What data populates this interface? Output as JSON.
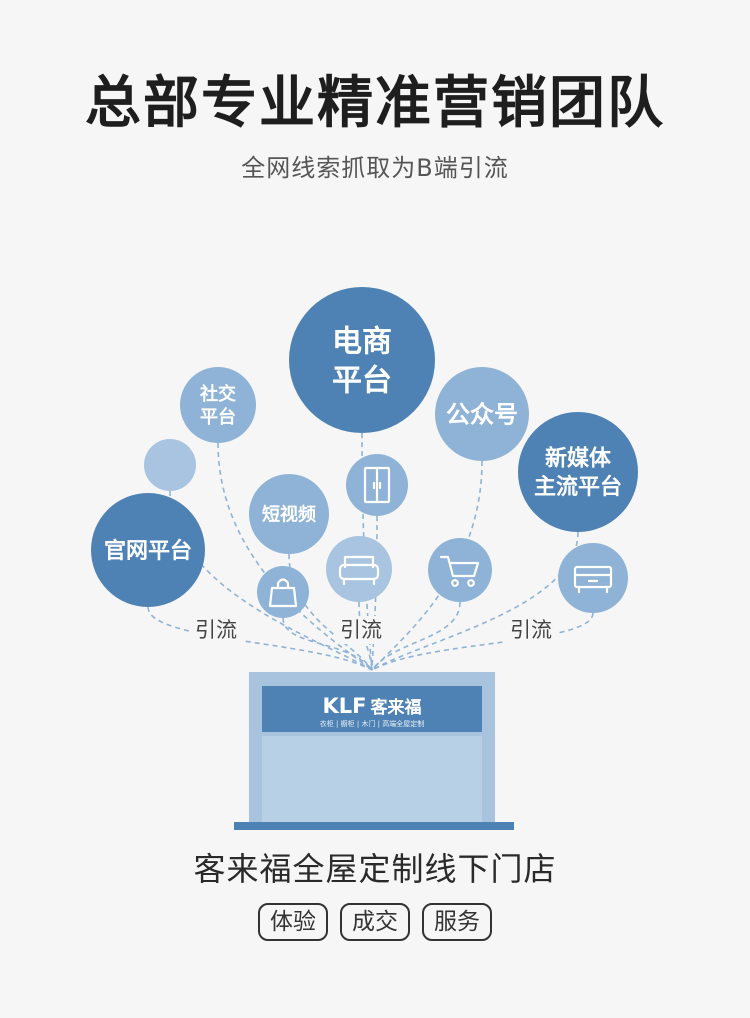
{
  "title": "总部专业精准营销团队",
  "subtitle": "全网线索抓取为B端引流",
  "bubbles": [
    {
      "id": "ecommerce",
      "lines": [
        "电商",
        "平台"
      ],
      "color": "#4f82b4"
    },
    {
      "id": "social",
      "lines": [
        "社交",
        "平台"
      ],
      "color": "#8fb3d6"
    },
    {
      "id": "official-account",
      "lines": [
        "公众号"
      ],
      "color": "#8fb3d6"
    },
    {
      "id": "new-media",
      "lines": [
        "新媒体",
        "主流平台"
      ],
      "color": "#4f82b4"
    },
    {
      "id": "blank",
      "lines": [],
      "color": "#a8c4e0"
    },
    {
      "id": "short-video",
      "lines": [
        "短视频"
      ],
      "color": "#8fb3d6"
    },
    {
      "id": "official-site",
      "lines": [
        "官网平台"
      ],
      "color": "#4f82b4"
    },
    {
      "id": "wardrobe",
      "lines": [],
      "icon": "wardrobe-icon",
      "color": "#8fb3d6"
    },
    {
      "id": "shopping-bag",
      "lines": [],
      "icon": "shopping-bag-icon",
      "color": "#8fb3d6"
    },
    {
      "id": "sofa",
      "lines": [],
      "icon": "sofa-icon",
      "color": "#a8c4e0"
    },
    {
      "id": "cart",
      "lines": [],
      "icon": "cart-icon",
      "color": "#8fb3d6"
    },
    {
      "id": "cabinet",
      "lines": [],
      "icon": "cabinet-icon",
      "color": "#8fb3d6"
    }
  ],
  "flow_labels": [
    "引流",
    "引流",
    "引流"
  ],
  "store": {
    "logo_letters": "KLF",
    "logo_name": "客来福",
    "logo_tagline": "衣柜 | 橱柜 | 木门 | 高端全屋定制"
  },
  "store_caption": "客来福全屋定制线下门店",
  "tags": [
    "体验",
    "成交",
    "服务"
  ]
}
